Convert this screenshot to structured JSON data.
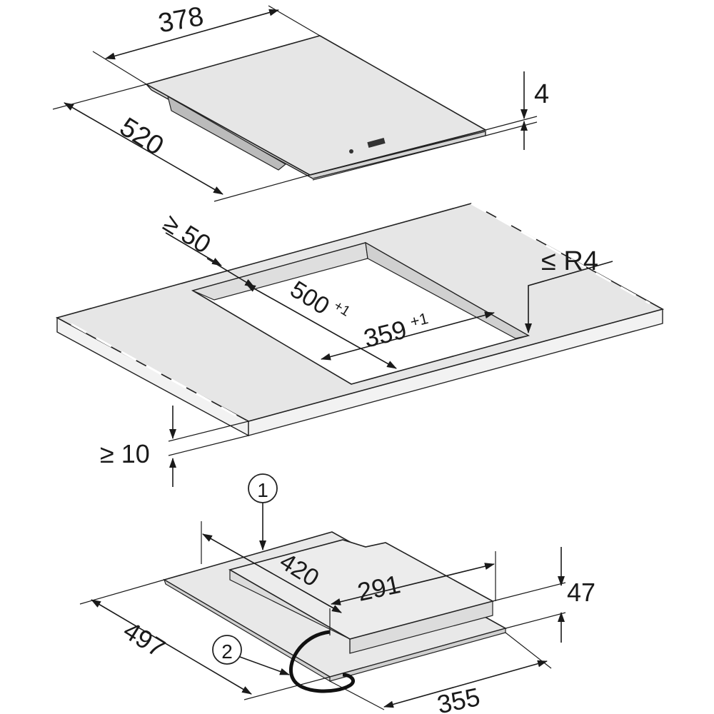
{
  "hob_top": {
    "width_label": "378",
    "depth_label": "520",
    "thickness_label": "4"
  },
  "cutout": {
    "edge_distance_label": "≥ 50",
    "length_label": "500",
    "length_tolerance": "+1",
    "width_label": "359",
    "width_tolerance": "+1",
    "radius_label": "≤ R4",
    "worktop_thickness_label": "≥ 10"
  },
  "hob_bottom": {
    "callout_1": "1",
    "callout_2": "2",
    "body_length_label": "420",
    "body_width_label": "291",
    "height_label": "47",
    "frame_depth_label": "497",
    "frame_width_label": "355"
  }
}
